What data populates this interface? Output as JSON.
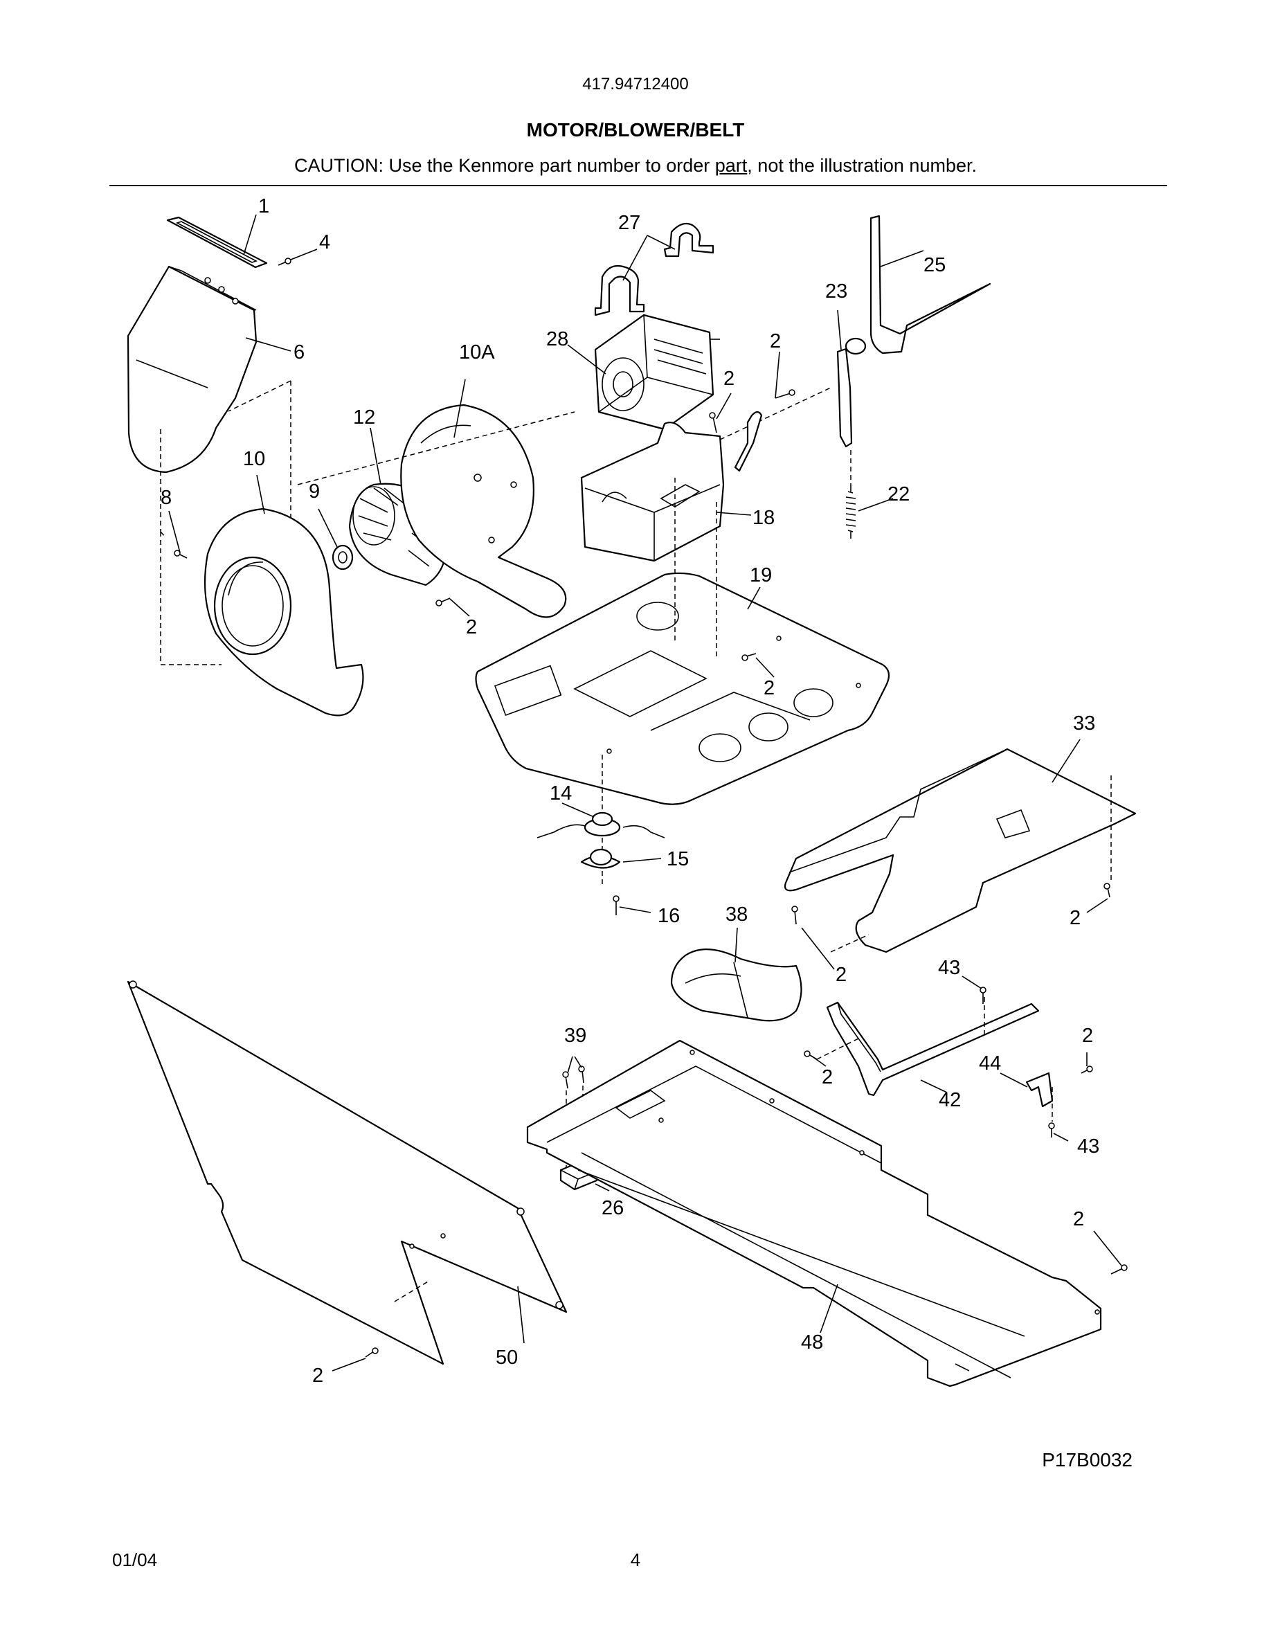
{
  "header": {
    "model_number": "417.94712400",
    "title": "MOTOR/BLOWER/BELT",
    "caution_before": "CAUTION: Use the Kenmore part number to order ",
    "caution_link": "part",
    "caution_after": ", not the illustration number."
  },
  "callouts": {
    "p1": "1",
    "p4": "4",
    "p6": "6",
    "p10A": "10A",
    "p12": "12",
    "p10": "10",
    "p9": "9",
    "p8": "8",
    "p2_blower": "2",
    "p27": "27",
    "p28": "28",
    "p2_motor_a": "2",
    "p2_motor_b": "2",
    "p25": "25",
    "p23": "23",
    "p22": "22",
    "p18": "18",
    "p19": "19",
    "p2_base": "2",
    "p33": "33",
    "p14": "14",
    "p15": "15",
    "p16": "16",
    "p38": "38",
    "p2_duct_a": "2",
    "p2_duct_b": "2",
    "p43_top": "43",
    "p39": "39",
    "p2_bracket_a": "2",
    "p2_bracket_b": "2",
    "p44": "44",
    "p42": "42",
    "p43_bottom": "43",
    "p26": "26",
    "p2_rail": "2",
    "p48": "48",
    "p50": "50",
    "p2_panel": "2"
  },
  "footer": {
    "diagram_code": "P17B0032",
    "date": "01/04",
    "page_number": "4"
  }
}
